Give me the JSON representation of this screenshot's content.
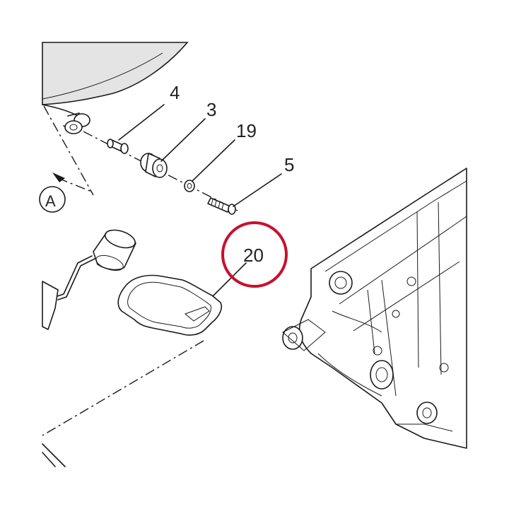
{
  "callouts": {
    "part_4": "4",
    "part_3": "3",
    "part_19": "19",
    "part_5": "5",
    "part_20": "20",
    "view_a": "A"
  },
  "colors": {
    "highlight": "#c8102e",
    "line": "#1a1a1a",
    "tank_fill": "#e4e4e4"
  }
}
